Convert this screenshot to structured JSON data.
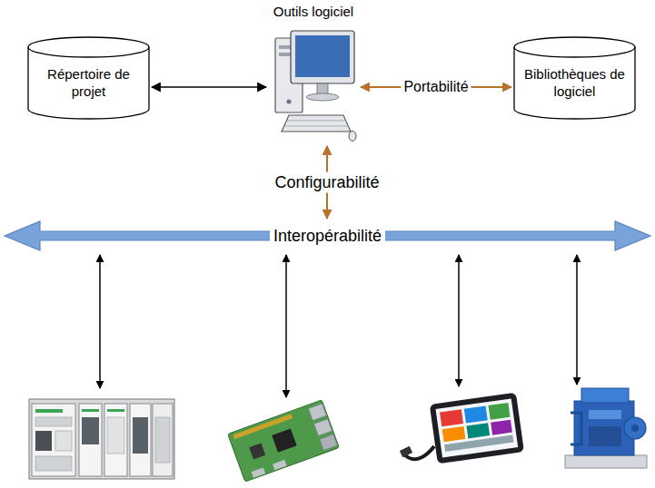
{
  "diagram": {
    "nodes": [
      {
        "text": [
          "Outils logiciel"
        ]
      },
      {
        "text": [
          "Répertoire de projet"
        ]
      },
      {
        "text": [
          "Bibliothèques de logiciel"
        ]
      },
      {
        "text": [
          "Interopérabilité"
        ]
      }
    ],
    "edges": [
      {
        "from": 1,
        "to": 0,
        "arrow": "both"
      },
      {
        "from": 0,
        "to": 2,
        "label": "Portabilité",
        "arrow": "both"
      },
      {
        "from": 0,
        "to": 3,
        "label": "Configurabilité",
        "arrow": "both"
      }
    ]
  }
}
